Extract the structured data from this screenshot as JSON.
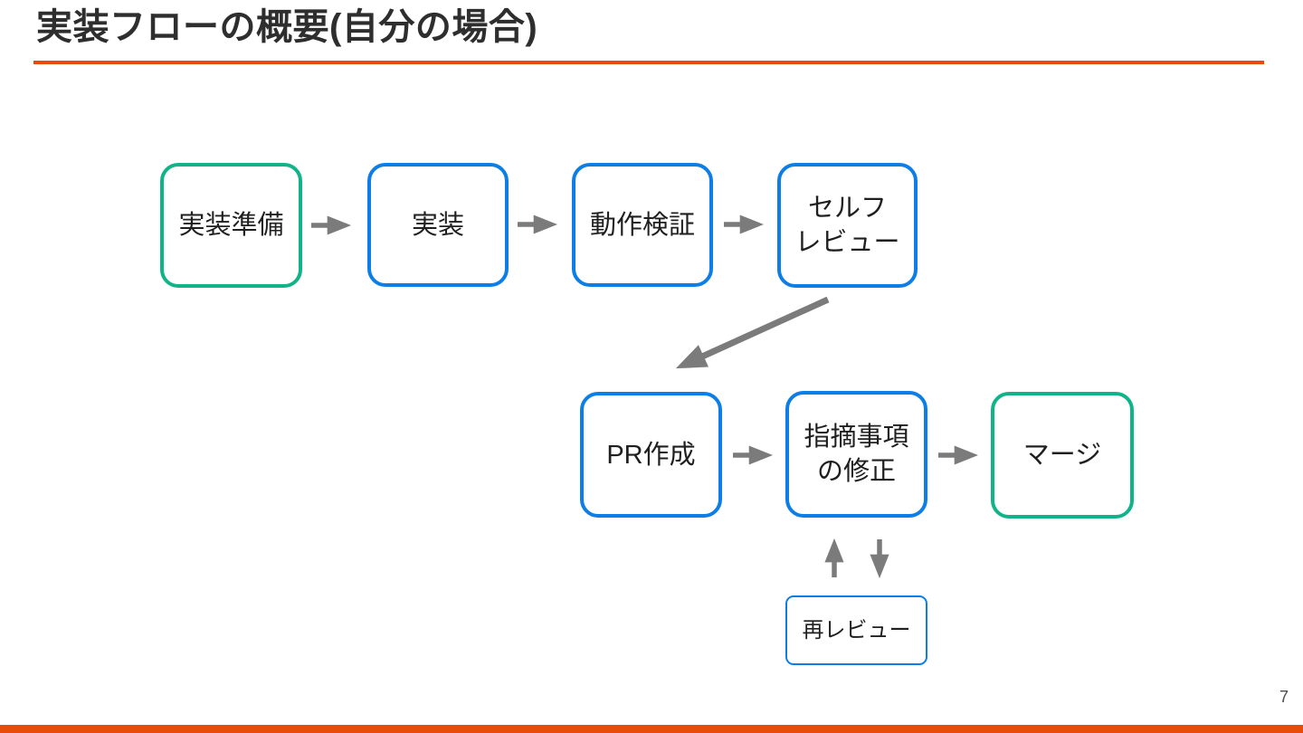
{
  "slide": {
    "title": "実装フローの概要(自分の場合)",
    "page_number": "7"
  },
  "colors": {
    "accent_orange": "#EA4A0D",
    "node_blue": "#0D7EE5",
    "node_green": "#10B488",
    "arrow_gray": "#7B7B7B",
    "title_text": "#2E2E2E",
    "node_text": "#1F1F1F"
  },
  "flow": {
    "nodes": [
      {
        "id": "prep",
        "label": "実装準備"
      },
      {
        "id": "implement",
        "label": "実装"
      },
      {
        "id": "verify",
        "label": "動作検証"
      },
      {
        "id": "self-review",
        "label": "セルフ\nレビュー"
      },
      {
        "id": "create-pr",
        "label": "PR作成"
      },
      {
        "id": "fix-feedback",
        "label": "指摘事項\nの修正"
      },
      {
        "id": "merge",
        "label": "マージ"
      },
      {
        "id": "re-review",
        "label": "再レビュー"
      }
    ]
  }
}
